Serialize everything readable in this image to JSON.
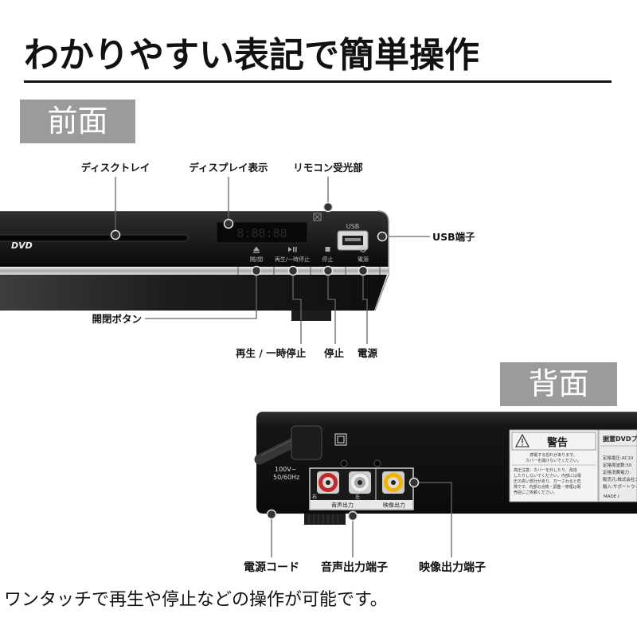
{
  "title": "わかりやすい表記で簡単操作",
  "colors": {
    "section_bg": "#9b9b9b",
    "jack_red": "#c62828",
    "jack_white": "#efefef",
    "jack_yellow": "#f0b400"
  },
  "front": {
    "section_label": "前面",
    "callouts": {
      "disc_tray": "ディスクトレイ",
      "display": "ディスプレイ表示",
      "remote_sensor": "リモコン受光部",
      "usb_port": "USB端子",
      "open_close_button": "開閉ボタン",
      "play_pause": "再生 / 一時停止",
      "stop": "停止",
      "power": "電源"
    },
    "device": {
      "logo": "DVD",
      "display_digits": "8:88:88",
      "usb_label": "USB",
      "buttons": [
        {
          "icon": "eject-icon",
          "label": "開/閉"
        },
        {
          "icon": "play-pause-icon",
          "label": "再生/一時停止"
        },
        {
          "icon": "stop-icon",
          "label": "停止"
        },
        {
          "icon": "power-icon",
          "label": "電源"
        }
      ]
    }
  },
  "back": {
    "section_label": "背面",
    "callouts": {
      "power_cord": "電源コード",
      "audio_out_jacks": "音声出力端子",
      "video_out_jack": "映像出力端子"
    },
    "device": {
      "voltage": "100V~",
      "frequency": "50/60Hz",
      "audio_right": "右",
      "audio_left": "左",
      "audio_out": "音声出力",
      "video_out": "映像出力",
      "warning_label": {
        "title": "警告",
        "lines": [
          "感電する恐れがあります。",
          "カバーを開けないでください。",
          "高圧注意：カバーを外したり、改造",
          "したりしないでください。内部には電",
          "圧の高い部分があり、万一さわると危",
          "険です。内部の点検・調整・修理は販",
          "売店にご依頼ください。"
        ]
      },
      "rating_label": {
        "title": "据置DVDプ",
        "lines": [
          "定格電圧:AC10",
          "定格周波数:50",
          "定格消費電力:",
          "販売元:株式会社ジ",
          "輸入:サポートウィ",
          "MADE I"
        ]
      }
    }
  },
  "footer": "ワンタッチで再生や停止などの操作が可能です。"
}
